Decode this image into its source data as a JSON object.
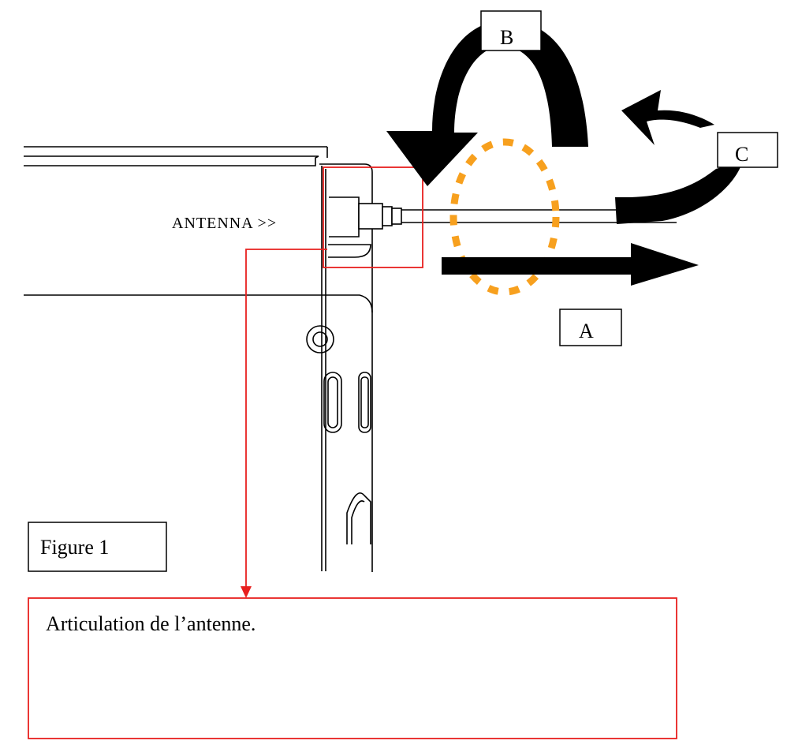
{
  "device": {
    "port_label": "ANTENNA >>"
  },
  "callouts": {
    "a": "A",
    "b": "B",
    "c": "C"
  },
  "figure_caption": "Figure 1",
  "description": {
    "text": "Articulation de l’antenne."
  },
  "colors": {
    "highlight_box": "#e8201f",
    "pivot_ring": "#f7a01e",
    "arrows": "#000000",
    "device_outline": "#000000"
  }
}
